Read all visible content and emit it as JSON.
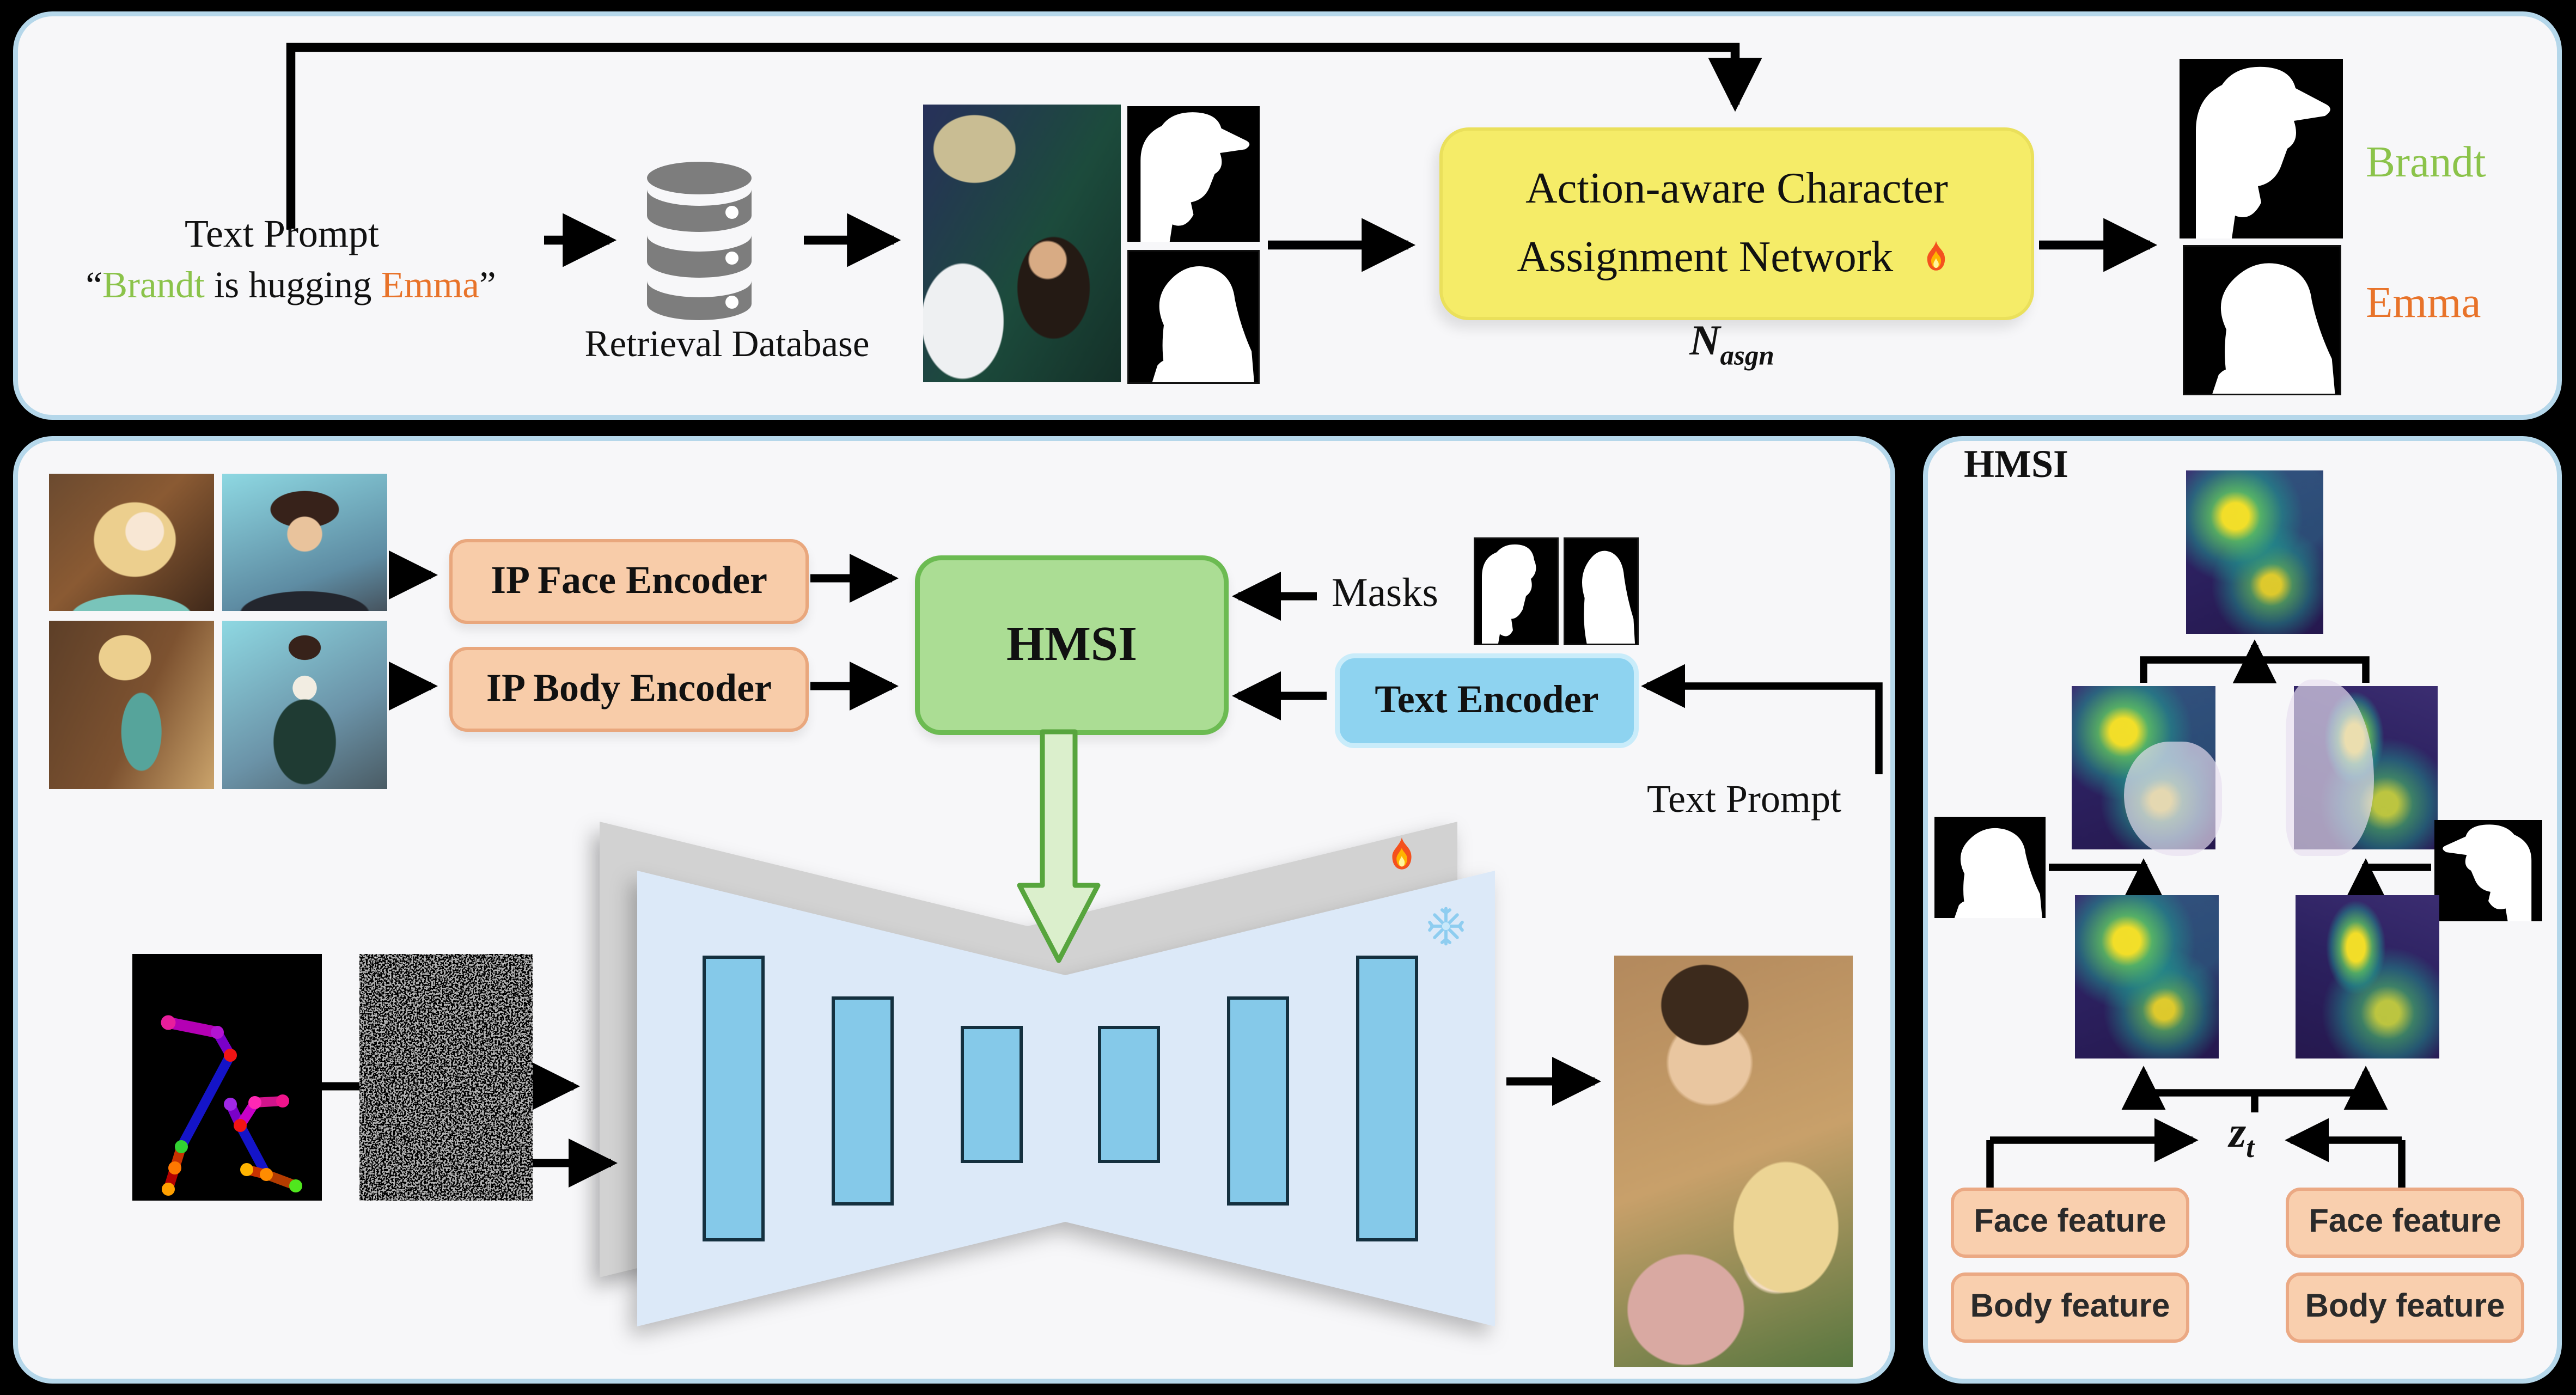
{
  "icons": {
    "database": "database-cylinder-icon",
    "trainable": "fire-icon",
    "frozen": "snowflake-icon",
    "down_block_arrow": "green-down-arrow-icon"
  },
  "colors": {
    "panel_border": "#b5d7ea",
    "panel_bg": "#f7f7f9",
    "assign_box": "#f5ec68",
    "encoder_box": "#f8cca9",
    "hmsi_box": "#abdd94",
    "text_encoder_box": "#8ed3f0",
    "feature_box": "#f9cfae",
    "unet_front": "#dce9f8",
    "unet_back": "#d2d2d2",
    "unet_bar": "#85c9e9",
    "brandt_green": "#8bc34a",
    "emma_orange": "#e8732a"
  },
  "panels": {
    "retrieval": {
      "text_prompt_title": "Text Prompt",
      "quote_open": "“",
      "quote_subject": "Brandt",
      "quote_middle": " is hugging ",
      "quote_object": "Emma",
      "quote_close": "”",
      "database_label": "Retrieval Database",
      "network_box_line1": "Action-aware Character",
      "network_box_line2": "Assignment Network",
      "network_symbol_base": "N",
      "network_symbol_sub": "asgn",
      "output_label_brandt": "Brandt",
      "output_label_emma": "Emma"
    },
    "generation": {
      "face_encoder_label": "IP Face Encoder",
      "body_encoder_label": "IP Body Encoder",
      "hmsi_label": "HMSI",
      "masks_label": "Masks",
      "text_encoder_label": "Text Encoder",
      "text_prompt_label": "Text Prompt",
      "unet_bars": [
        "tall",
        "medium",
        "short",
        "short",
        "medium",
        "tall"
      ]
    },
    "hmsi_detail": {
      "title": "HMSI",
      "latent_base": "z",
      "latent_sub": "t",
      "branches": [
        {
          "face": "Face feature",
          "body": "Body feature"
        },
        {
          "face": "Face feature",
          "body": "Body feature"
        }
      ]
    }
  }
}
